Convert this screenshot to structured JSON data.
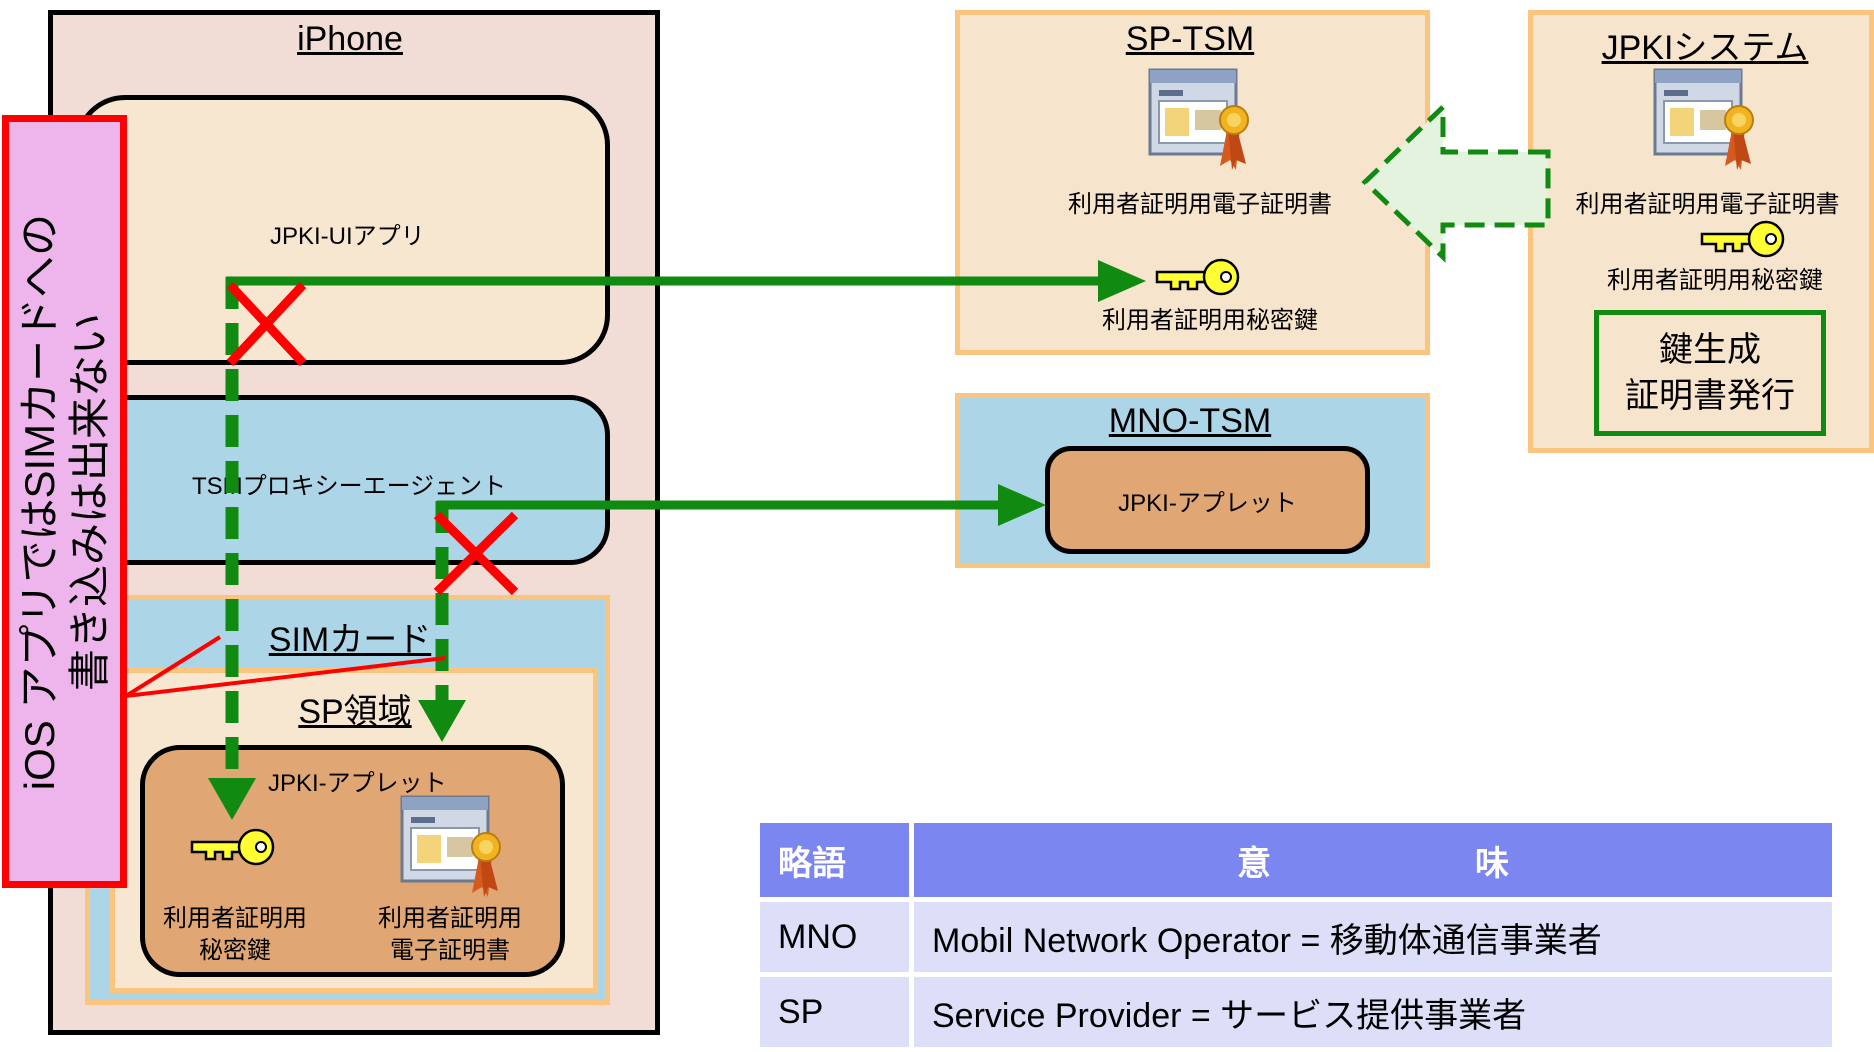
{
  "iphone": {
    "title": "iPhone",
    "jpki_ui_app": "JPKI-UIアプリ",
    "tsm_proxy_agent": "TSMプロキシーエージェント",
    "sim_card": "SIMカード",
    "sp_area": "SP領域",
    "jpki_applet": "JPKI-アプレット",
    "private_key_line1": "利用者証明用",
    "private_key_line2": "秘密鍵",
    "certificate_line1": "利用者証明用",
    "certificate_line2": "電子証明書"
  },
  "callout": {
    "line1": "iOS アプリではSIMカードへの",
    "line2": "書き込みは出来ない"
  },
  "sp_tsm": {
    "title": "SP-TSM",
    "certificate": "利用者証明用電子証明書",
    "private_key": "利用者証明用秘密鍵"
  },
  "jpki_system": {
    "title": "JPKIシステム",
    "certificate": "利用者証明用電子証明書",
    "private_key": "利用者証明用秘密鍵",
    "process_line1": "鍵生成",
    "process_line2": "証明書発行"
  },
  "mno_tsm": {
    "title": "MNO-TSM",
    "applet": "JPKI-アプレット"
  },
  "glossary": {
    "header_abbr": "略語",
    "header_meaning": "意　　　　　　味",
    "rows": [
      {
        "abbr": "MNO",
        "meaning": "Mobil Network Operator = 移動体通信事業者"
      },
      {
        "abbr": "SP",
        "meaning": "Service Provider = サービス提供事業者"
      }
    ]
  },
  "colors": {
    "arrow_green": "#108a10",
    "cross_red": "#ff0000",
    "orange_border": "#fbc57f",
    "tsm_fill": "#f7e4cc",
    "mno_fill": "#acd5e8",
    "applet_fill": "#e0a774",
    "callout_fill": "#eeb5ec",
    "table_header": "#7b86f0",
    "table_row": "#dcdff7"
  }
}
